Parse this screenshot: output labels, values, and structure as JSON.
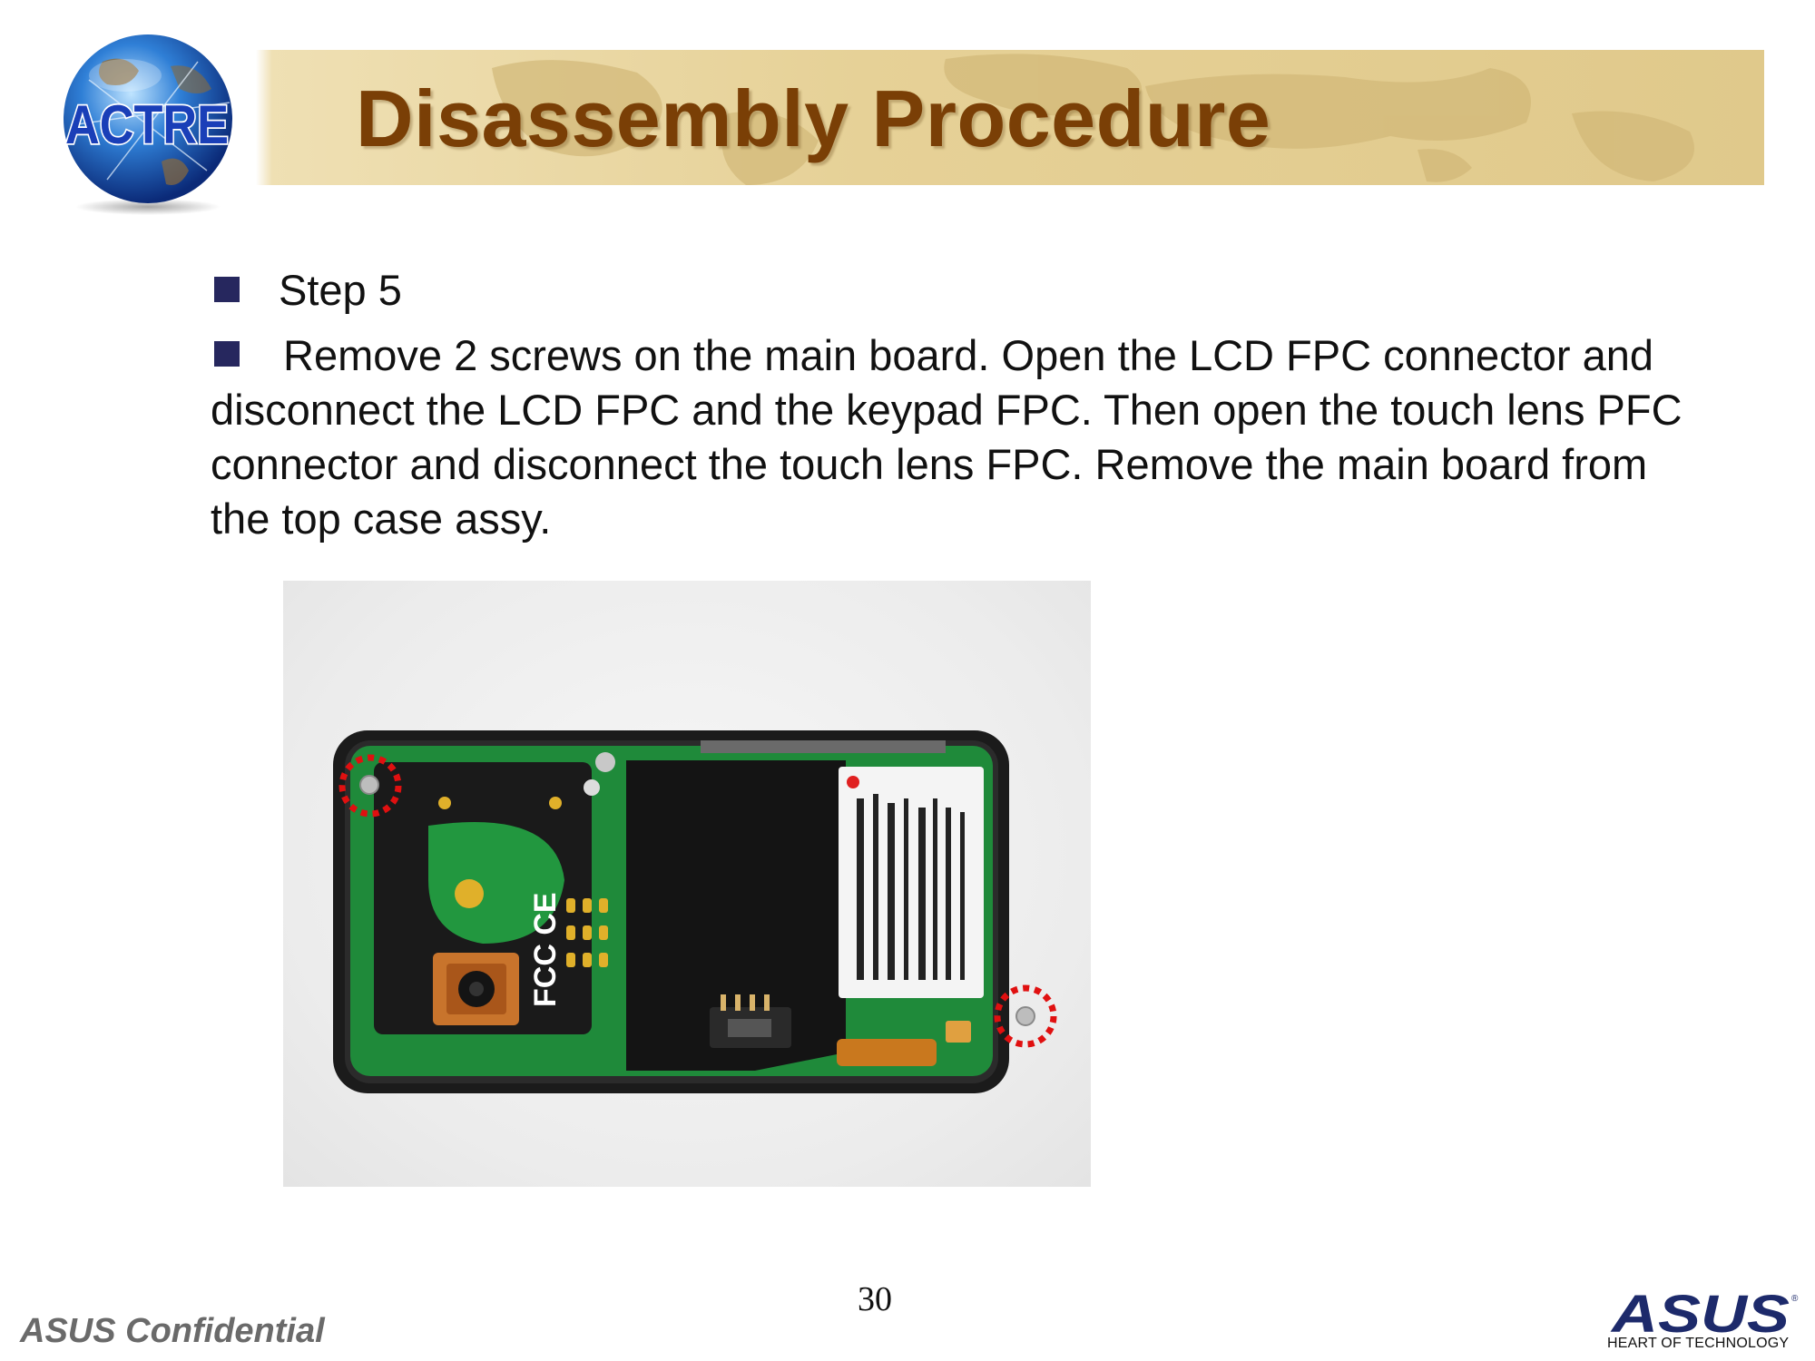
{
  "header": {
    "title": "Disassembly Procedure",
    "logo_text": "ACTRE"
  },
  "content": {
    "bullets": [
      {
        "text": "Step 5"
      },
      {
        "text": "Remove 2 screws on the main board. Open the LCD FPC connector and disconnect the LCD FPC and the keypad FPC. Then open the touch lens PFC connector and disconnect the touch lens FPC. Remove the main board from the top case assy."
      }
    ]
  },
  "footer": {
    "page_number": "30",
    "confidential": "ASUS Confidential",
    "brand": "ASUS",
    "tagline": "HEART OF TECHNOLOGY"
  },
  "colors": {
    "title": "#7a3f06",
    "banner": "#e6d197",
    "bullet": "#26275e",
    "pcb": "#1f8a3a",
    "highlight": "#e01010"
  }
}
